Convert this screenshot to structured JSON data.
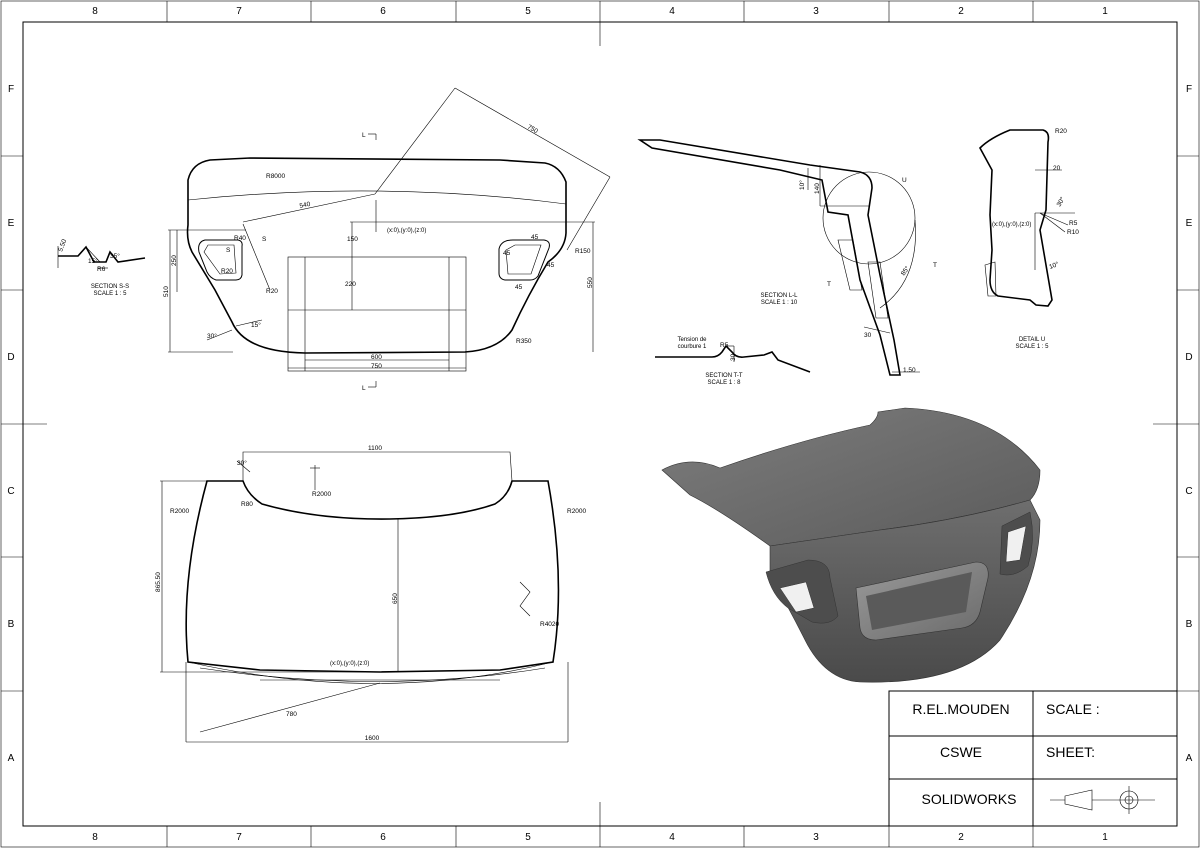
{
  "zones": {
    "columns": [
      "8",
      "7",
      "6",
      "5",
      "4",
      "3",
      "2",
      "1"
    ],
    "rows": [
      "F",
      "E",
      "D",
      "C",
      "B",
      "A"
    ]
  },
  "title_block": {
    "author": "R.EL.MOUDEN",
    "scale_label": "SCALE :",
    "cert": "CSWE",
    "sheet_label": "SHEET:",
    "software": "SOLIDWORKS"
  },
  "views": {
    "front": {
      "r8000": "R8000",
      "d540": "540",
      "d750_diag": "750",
      "coord": "(x:0),(y:0),(z:0)",
      "d150": "150",
      "d220": "220",
      "d250": "250",
      "d510": "510",
      "d550": "550",
      "r40": "R40",
      "r20a": "R20",
      "r20b": "R20",
      "r150": "R150",
      "r350": "R350",
      "d45a": "45",
      "d45b": "45",
      "d45c": "45",
      "d45d": "45",
      "a30": "30°",
      "a15": "15°",
      "d600": "600",
      "d750": "750",
      "cut_s1": "S",
      "cut_s2": "S",
      "cut_l1": "L",
      "cut_l2": "L"
    },
    "section_ss": {
      "d5": "5.50",
      "a15": "15°",
      "r6": "R6",
      "a35": "35°",
      "title": "SECTION S-S",
      "scale": "SCALE 1 : 5"
    },
    "section_ll": {
      "title": "SECTION L-L",
      "scale": "SCALE 1 : 10",
      "a10": "10°",
      "d140": "140",
      "u": "U",
      "a85": "85°",
      "d30": "30",
      "d150": "1.50",
      "cut_t": "T"
    },
    "section_tt": {
      "tension1": "Tension de",
      "tension2": "courbure 1",
      "r5": "R5",
      "d30": "30",
      "title": "SECTION T-T",
      "scale": "SCALE 1 : 8"
    },
    "detail_u": {
      "r20": "R20",
      "d20": "20",
      "a30": "30°",
      "coord": "(x:0),(y:0),(z:0)",
      "r5": "R5",
      "r10": "R10",
      "a10": "10°",
      "title": "DETAIL U",
      "scale": "SCALE 1 : 5"
    },
    "top": {
      "d1100": "1100",
      "a30": "30°",
      "r2000a": "R2000",
      "r80": "R80",
      "r2000b": "R2000",
      "r2000c": "R2000",
      "d865": "865.50",
      "d650": "650",
      "r4020": "R4020",
      "coord": "(x:0),(y:0),(z:0)",
      "d780": "780",
      "d1600": "1600"
    }
  }
}
